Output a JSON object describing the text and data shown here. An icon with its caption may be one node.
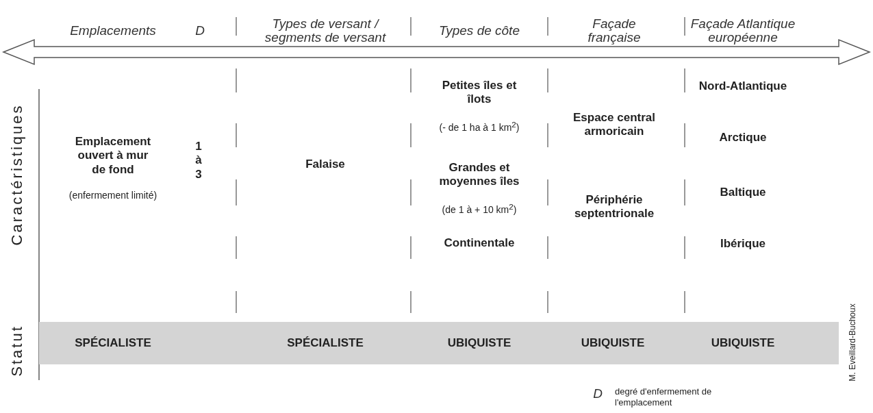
{
  "diagram": {
    "nodes": [
      {
        "text": [
          "SPÉCIALISTE",
          "SPÉCIALISTE",
          "UBIQUISTE",
          "UBIQUISTE",
          "UBIQUISTE"
        ]
      }
    ],
    "labels": [
      "Emplacements",
      "D",
      "Types de versant / segments de versant",
      "Types de côte",
      "Façade française",
      "Façade Atlantique européenne",
      "Caractéristiques",
      "Emplacement ouvert à mur de fond",
      "(enfermement limité)",
      "1 à 3",
      "Falaise",
      "Petites îles et îlots",
      "(- de 1 ha à 1 km$^{2}$)",
      "Grandes et moyennes îles",
      "(de 1 à + 10 km$^{2}$)",
      "Continentale",
      "Espace central armoricain",
      "Périphérie septentrionale",
      "Nord-Atlantique",
      "Arctique",
      "Baltique",
      "Ibérique",
      "Statut",
      "D",
      "degré d'enfermement de l'emplacement",
      "M. Eveillard-Buchoux"
    ]
  }
}
